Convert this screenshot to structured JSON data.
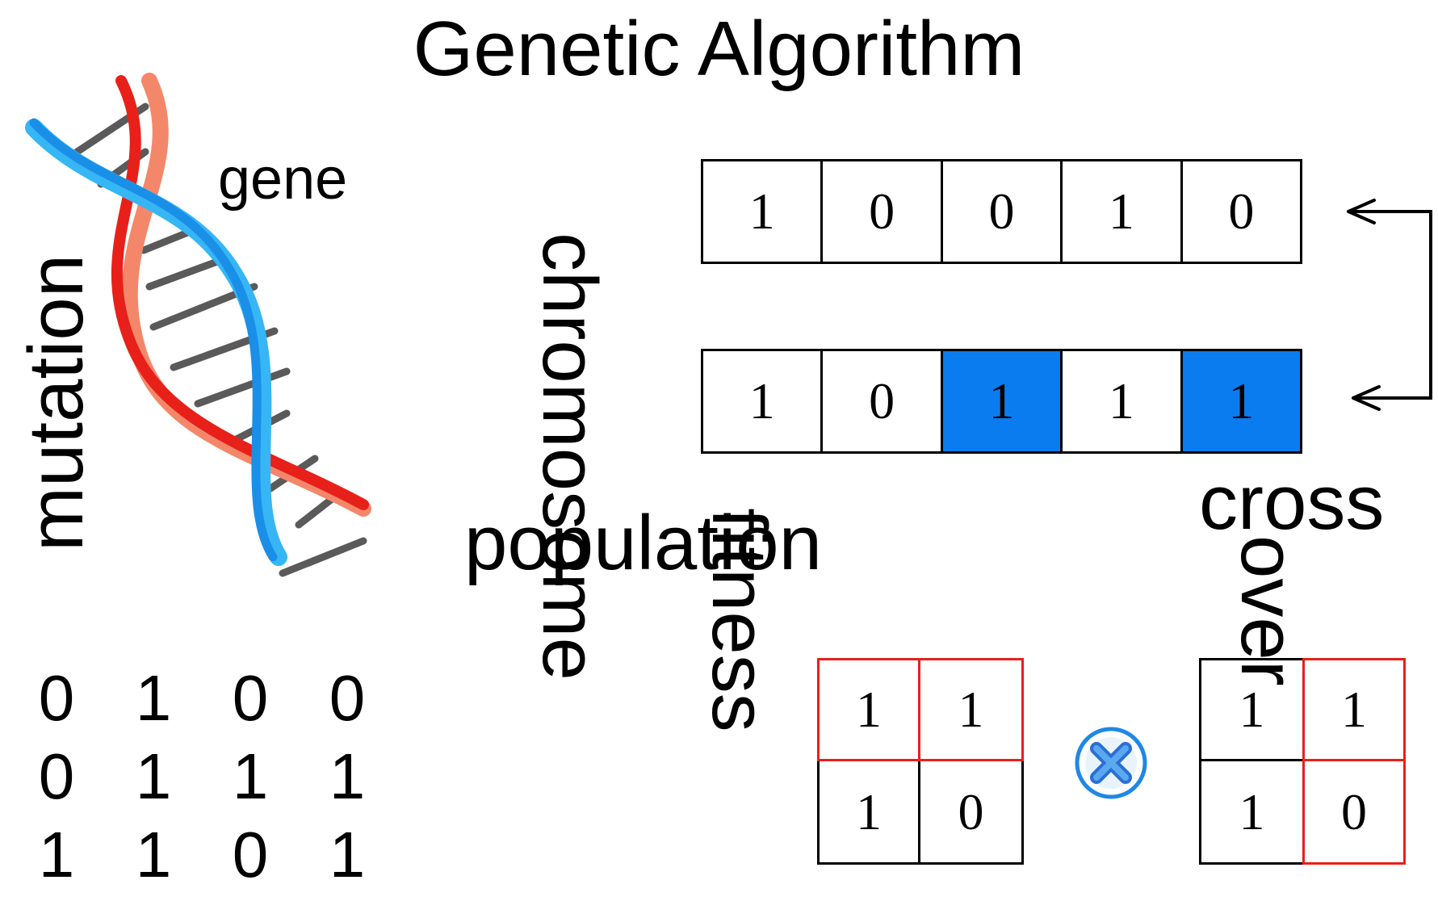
{
  "title": "Genetic Algorithm",
  "labels": {
    "gene": "gene",
    "mutation": "mutation",
    "chromosome": "chromosome",
    "population": "population",
    "fitness": "fitness",
    "cross": "cross",
    "over": "over"
  },
  "chromosome_top": [
    "1",
    "0",
    "0",
    "1",
    "0"
  ],
  "chromosome_bottom": [
    "1",
    "0",
    "1",
    "1",
    "1"
  ],
  "chromosome_bottom_highlight": [
    false,
    false,
    true,
    false,
    true
  ],
  "binary_matrix": [
    [
      "0",
      "1",
      "0",
      "0"
    ],
    [
      "0",
      "1",
      "1",
      "1"
    ],
    [
      "1",
      "1",
      "0",
      "1"
    ]
  ],
  "grid_left": [
    "1",
    "1",
    "1",
    "0"
  ],
  "grid_right": [
    "1",
    "1",
    "1",
    "0"
  ],
  "colors": {
    "highlight": "#0a7cf0",
    "strand_red": "#e8201a",
    "strand_salmon": "#f4876a",
    "strand_blue": "#1a8fe8",
    "strand_lightblue": "#36b6f5",
    "rung": "#5a5a5a",
    "grid_red": "#e8201a",
    "operator_blue": "#1e88e5"
  },
  "icons": [
    "dna-helix-icon",
    "double-arrow-icon",
    "cross-operator-icon"
  ]
}
